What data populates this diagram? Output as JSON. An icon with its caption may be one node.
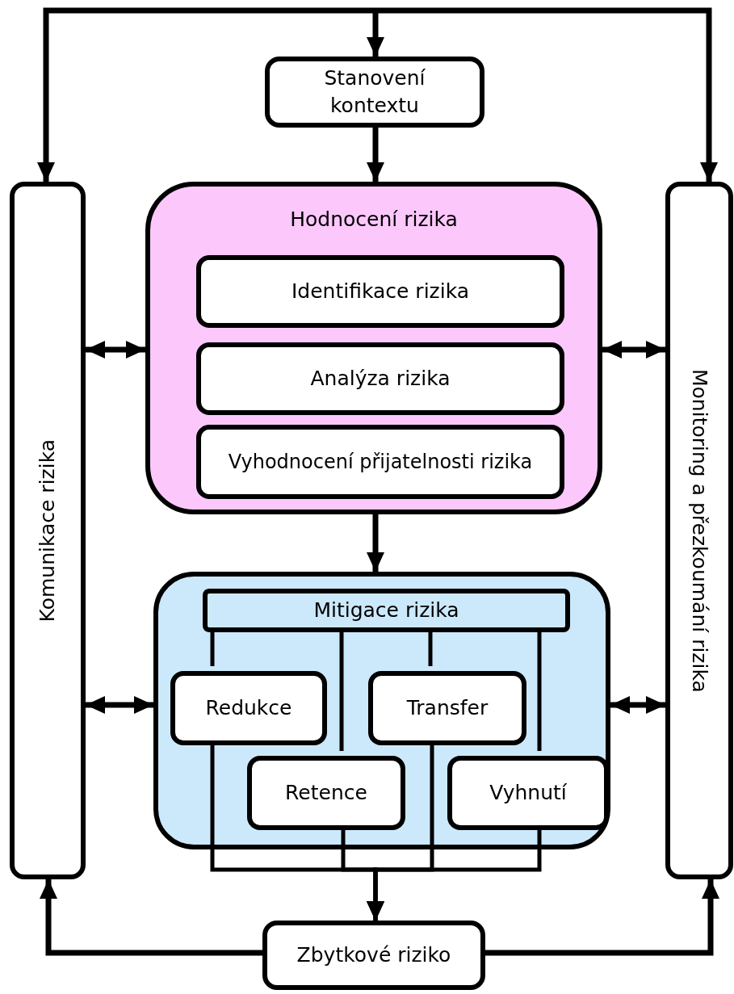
{
  "diagram": {
    "nodes": [
      {
        "text": [
          "Stanovení kontextu"
        ]
      },
      {
        "text": [
          "Komunikace rizika"
        ]
      },
      {
        "text": [
          "Hodnocení rizika"
        ]
      },
      {
        "text": [
          "Identifikace rizika"
        ],
        "in": 2
      },
      {
        "text": [
          "Analýza rizika"
        ],
        "in": 2
      },
      {
        "text": [
          "Vyhodnocení přijatelnosti rizika"
        ],
        "in": 2
      },
      {
        "text": [
          "Monitoring a přezkoumání rizika"
        ]
      },
      {
        "text": [],
        "shape": "box"
      },
      {
        "text": [
          "Mitigace rizika"
        ],
        "in": 7
      },
      {
        "text": [
          "Redukce"
        ],
        "in": 7
      },
      {
        "text": [
          "Transfer"
        ],
        "in": 7
      },
      {
        "text": [
          "Retence"
        ],
        "in": 7
      },
      {
        "text": [
          "Vyhnutí"
        ],
        "in": 7
      },
      {
        "text": [
          "Zbytkové riziko"
        ]
      }
    ],
    "edges": [
      {
        "from": null,
        "to": 0,
        "arrow": "to"
      },
      {
        "from": null,
        "to": 1,
        "arrow": "to"
      },
      {
        "from": null,
        "to": 6,
        "arrow": "to"
      },
      {
        "from": 0,
        "to": 2,
        "arrow": "to"
      },
      {
        "from": 2,
        "to": 1,
        "arrow": "both"
      },
      {
        "from": 2,
        "to": 6,
        "arrow": "both"
      },
      {
        "from": 2,
        "to": 7,
        "arrow": "to"
      },
      {
        "from": 7,
        "to": 1,
        "arrow": "both"
      },
      {
        "from": 7,
        "to": 6,
        "arrow": "both"
      },
      {
        "from": 8,
        "to": 9,
        "arrow": "none"
      },
      {
        "from": 8,
        "to": 11,
        "arrow": "none"
      },
      {
        "from": 8,
        "to": 10,
        "arrow": "none"
      },
      {
        "from": 8,
        "to": 12,
        "arrow": "none"
      },
      {
        "from": 9,
        "to": 13,
        "arrow": "to"
      },
      {
        "from": 11,
        "to": 13,
        "arrow": "to"
      },
      {
        "from": 10,
        "to": 13,
        "arrow": "to"
      },
      {
        "from": 12,
        "to": 13,
        "arrow": "to"
      },
      {
        "from": 13,
        "to": 1,
        "arrow": "to"
      },
      {
        "from": 13,
        "to": 6,
        "arrow": "to"
      }
    ]
  }
}
